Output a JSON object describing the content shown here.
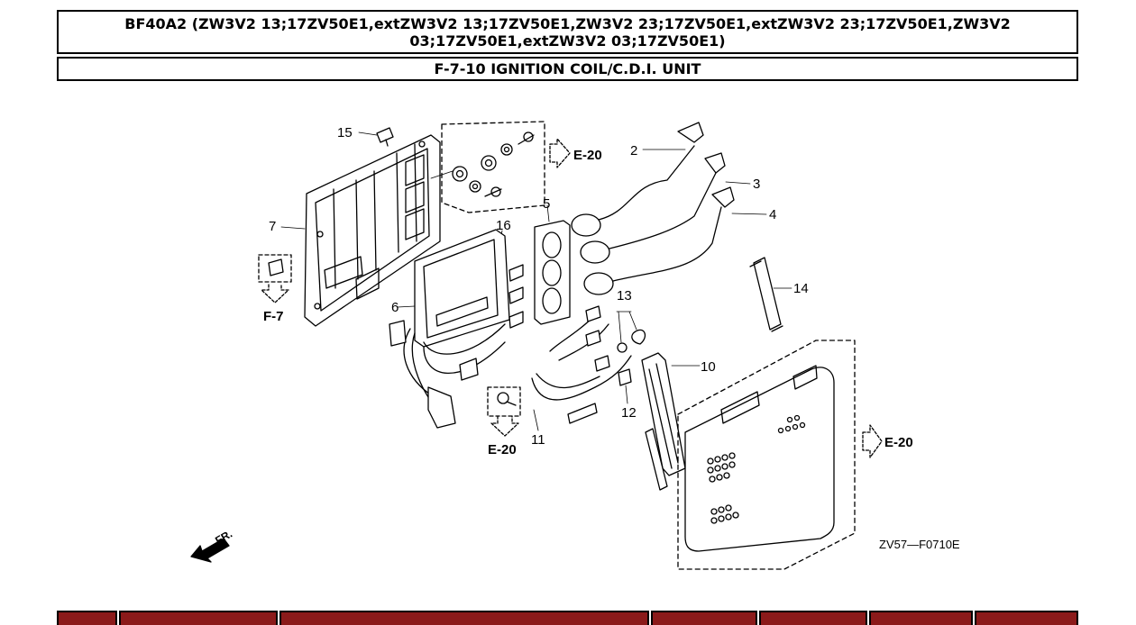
{
  "header": {
    "model_line1": "BF40A2 (ZW3V2 13;17ZV50E1,extZW3V2 13;17ZV50E1,ZW3V2 23;17ZV50E1,extZW3V2 23;17ZV50E1,ZW3V2",
    "model_line2": "03;17ZV50E1,extZW3V2 03;17ZV50E1)",
    "section_title": "F-7-10 IGNITION COIL/C.D.I. UNIT"
  },
  "diagram": {
    "callouts": {
      "n2": "2",
      "n3": "3",
      "n4": "4",
      "n5": "5",
      "n6": "6",
      "n7": "7",
      "n10": "10",
      "n11": "11",
      "n12": "12",
      "n13": "13",
      "n14": "14",
      "n15": "15",
      "n16": "16"
    },
    "refs": {
      "e20_top": "E-20",
      "e20_right": "E-20",
      "e20_bottom": "E-20",
      "f7": "F-7"
    },
    "front_label": "FR.",
    "drawing_code": "ZV57—F0710E"
  },
  "colors": {
    "bottom_bar": "#8b1a1a"
  }
}
